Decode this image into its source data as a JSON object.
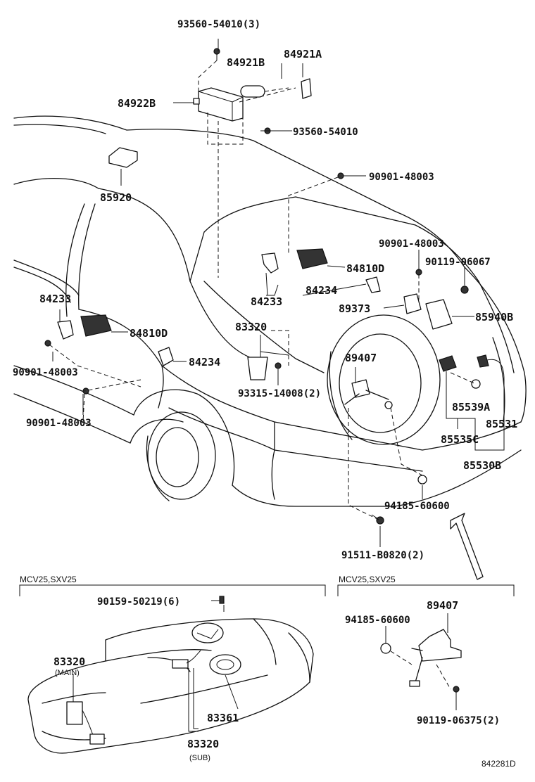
{
  "labels": {
    "p93560_54010_3": "93560-54010(3)",
    "p84921B": "84921B",
    "p84921A": "84921A",
    "p84922B": "84922B",
    "p93560_54010": "93560-54010",
    "p85920": "85920",
    "p90901_48003_a": "90901-48003",
    "p90901_48003_b": "90901-48003",
    "p90119_06067": "90119-06067",
    "p84810D_a": "84810D",
    "p84234_a": "84234",
    "p84233_a": "84233",
    "p89373": "89373",
    "p85940B": "85940B",
    "p84233_b": "84233",
    "p84810D_b": "84810D",
    "p83320": "83320",
    "p89407_a": "89407",
    "p90901_48003_c": "90901-48003",
    "p84234_b": "84234",
    "p93315_14008_2": "93315-14008(2)",
    "p85539A": "85539A",
    "p85531": "85531",
    "p90901_48003_d": "90901-48003",
    "p85535C": "85535C",
    "p85530B": "85530B",
    "p94185_60600_a": "94185-60600",
    "p91511_B0820_2": "91511-B0820(2)",
    "p90159_50219_6": "90159-50219(6)",
    "p89407_b": "89407",
    "p94185_60600_b": "94185-60600",
    "p83320_main": "83320",
    "p83361": "83361",
    "p90119_06375_2": "90119-06375(2)",
    "p83320_sub": "83320"
  },
  "notes": {
    "main": "(MAIN)",
    "sub": "(SUB)",
    "section_left": "MCV25,SXV25",
    "section_right": "MCV25,SXV25",
    "figure_code": "842281D"
  }
}
